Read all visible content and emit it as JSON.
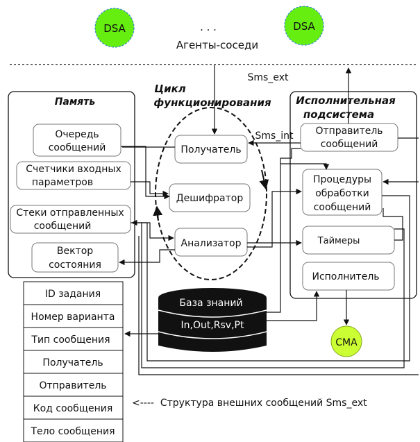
{
  "agents": {
    "left": "DSA",
    "dots": ". . .",
    "right": "DSA",
    "caption": "Агенты-соседи",
    "color": "#66ee11"
  },
  "cma": {
    "label": "CMA",
    "color": "#ccff33"
  },
  "labels": {
    "sms_ext": "Sms_ext",
    "sms_int": "Sms_int"
  },
  "memory": {
    "title": "Память",
    "items": [
      [
        "Очередь",
        "сообщений"
      ],
      [
        "Счетчики входных",
        "параметров"
      ],
      [
        "Стеки отправленных",
        "сообщений"
      ],
      [
        "Вектор",
        "состояния"
      ]
    ]
  },
  "cycle": {
    "title": [
      "Цикл",
      "функционирования"
    ],
    "items": [
      "Получатель",
      "Дешифратор",
      "Анализатор"
    ]
  },
  "exec": {
    "title": [
      "Исполнительная",
      "подсистема"
    ],
    "sender": [
      "Отправитель",
      "сообщений"
    ],
    "procedures": [
      "Процедуры",
      "обработки",
      "сообщений"
    ],
    "timers": "Таймеры",
    "executor": "Исполнитель"
  },
  "knowledge": {
    "title": "База знаний",
    "content": "In,Out,Rsv,Pt"
  },
  "structure": {
    "fields": [
      "ID задания",
      "Номер варианта",
      "Тип сообщения",
      "Получатель",
      "Отправитель",
      "Код сообщения",
      "Тело сообщения"
    ],
    "caption": "<----  Структура внешних сообщений Sms_ext"
  }
}
